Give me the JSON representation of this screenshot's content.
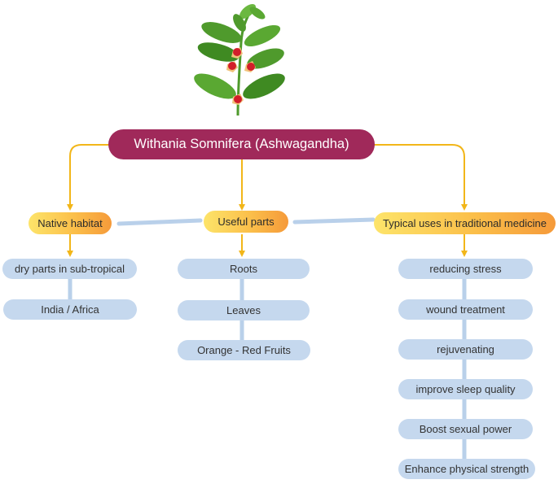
{
  "root": {
    "label": "Withania Somnifera (Ashwagandha)"
  },
  "categories": [
    {
      "label": "Native habitat",
      "items": [
        "dry parts in sub-tropical",
        "India / Africa"
      ]
    },
    {
      "label": "Useful parts",
      "items": [
        "Roots",
        "Leaves",
        "Orange - Red Fruits"
      ]
    },
    {
      "label": "Typical uses in traditional medicine",
      "items": [
        "reducing stress",
        "wound treatment",
        "rejuvenating",
        "improve sleep quality",
        "Boost sexual power",
        "Enhance physical strength"
      ]
    }
  ],
  "colors": {
    "root_fill": "#a0295a",
    "arrow": "#f2b619",
    "leaf_fill": "#c5d8ee",
    "connector": "#b9d0ea",
    "leaf_green": "#4f9a2c",
    "berry_red": "#d21e2a",
    "calyx": "#f0c27a"
  },
  "icons": {
    "illustration": "ashwagandha-plant-icon"
  }
}
